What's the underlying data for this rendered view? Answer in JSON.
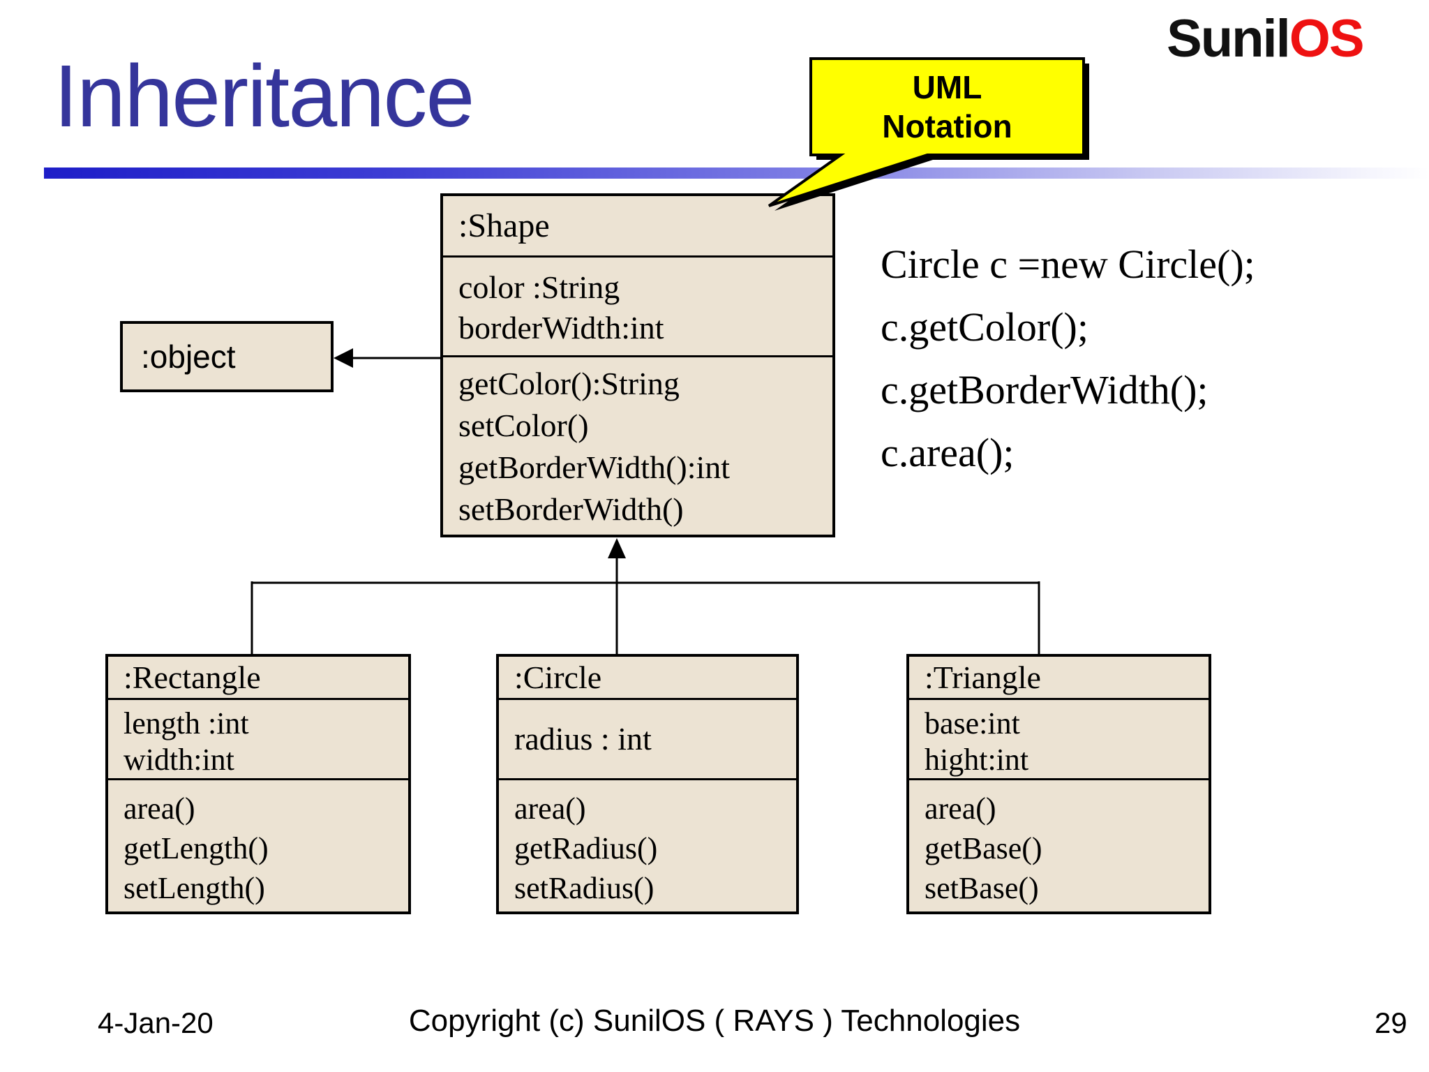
{
  "slide": {
    "title": "Inheritance",
    "logo": {
      "black": "Sunil",
      "red": "OS"
    },
    "callout": {
      "line1": "UML",
      "line2": "Notation"
    },
    "footer": {
      "date": "4-Jan-20",
      "copyright": "Copyright (c) SunilOS ( RAYS ) Technologies",
      "page": "29"
    },
    "colors": {
      "title_text": "#35359b",
      "box_fill": "#ece3d3",
      "callout_fill": "#ffff00",
      "logo_red": "#ee1111",
      "bar_gradient_start": "#1e1ec8"
    }
  },
  "diagram": {
    "object_box": {
      "name": ":object"
    },
    "shape": {
      "name": ":Shape",
      "attributes": [
        "color :String",
        "borderWidth:int"
      ],
      "methods": [
        "getColor():String",
        "setColor()",
        "getBorderWidth():int",
        "setBorderWidth()"
      ]
    },
    "subclasses": [
      {
        "name": ":Rectangle",
        "attributes": [
          "length :int",
          "width:int"
        ],
        "methods": [
          "area()",
          "getLength()",
          "setLength()"
        ]
      },
      {
        "name": ":Circle",
        "attributes": [
          "radius : int"
        ],
        "methods": [
          "area()",
          "getRadius()",
          "setRadius()"
        ]
      },
      {
        "name": ":Triangle",
        "attributes": [
          "base:int",
          "hight:int"
        ],
        "methods": [
          "area()",
          "getBase()",
          "setBase()"
        ]
      }
    ],
    "code_lines": [
      "Circle c =new Circle();",
      "c.getColor();",
      "c.getBorderWidth();",
      "c.area();"
    ]
  }
}
